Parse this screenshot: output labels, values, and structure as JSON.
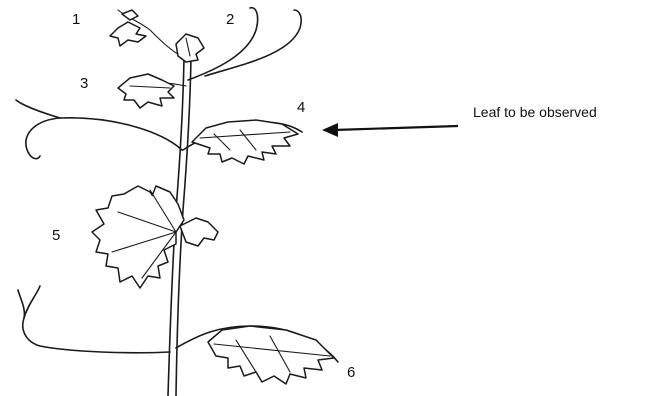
{
  "leaf_labels": [
    "1",
    "2",
    "3",
    "4",
    "5",
    "6"
  ],
  "callout": {
    "text": "Leaf to be observed",
    "target_leaf": "4"
  }
}
